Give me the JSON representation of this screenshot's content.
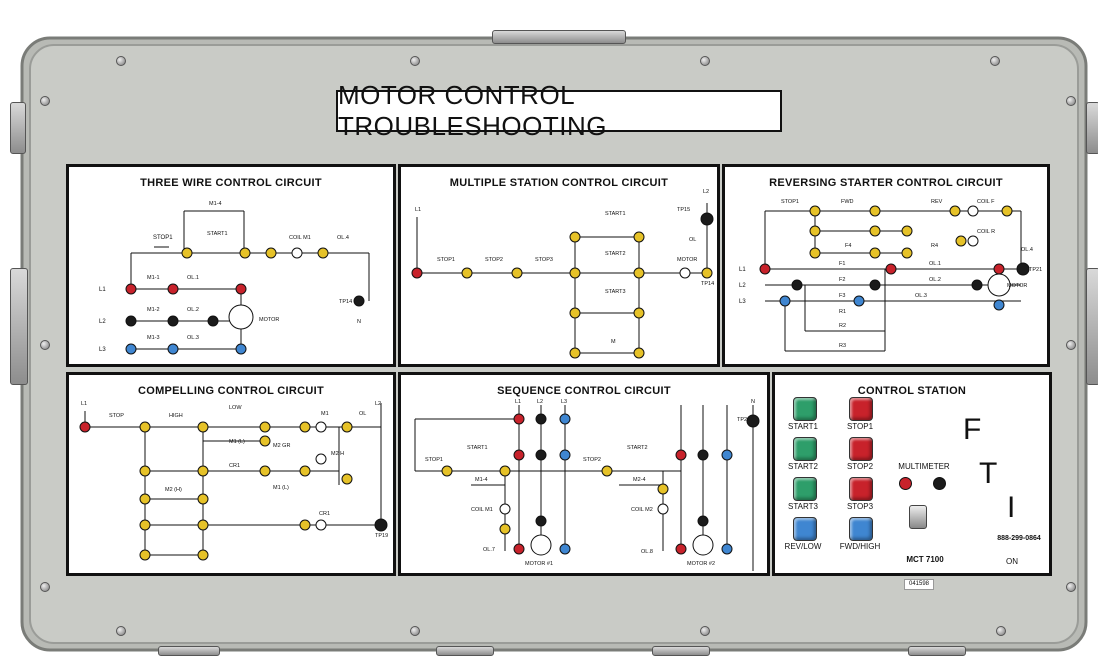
{
  "board": {
    "title": "MOTOR CONTROL TROUBLESHOOTING",
    "serial_sticker": "041598",
    "colors": {
      "panel_bg": "#c9cbc6",
      "red": "#c8222b",
      "yellow": "#e6c228",
      "blue": "#3f86d1",
      "black": "#1b1b1b",
      "green": "#2e9e6a"
    }
  },
  "panels": {
    "three_wire": {
      "title": "THREE WIRE CONTROL CIRCUIT",
      "labels": {
        "stop": "STOP1",
        "start": "START1",
        "m14": "M1-4",
        "coil": "COIL M1",
        "ol4": "OL.4",
        "l1": "L1",
        "l2": "L2",
        "l3": "L3",
        "m11": "M1-1",
        "m12": "M1-2",
        "m13": "M1-3",
        "ol1": "OL.1",
        "ol2": "OL.2",
        "ol3": "OL.3",
        "motor": "MOTOR",
        "tp14": "TP14",
        "n": "N"
      }
    },
    "multiple_station": {
      "title": "MULTIPLE STATION CONTROL CIRCUIT",
      "labels": {
        "l1": "L1",
        "l2": "L2",
        "stop1": "STOP1",
        "stop2": "STOP2",
        "stop3": "STOP3",
        "start1": "START1",
        "start2": "START2",
        "start3": "START3",
        "motor": "MOTOR",
        "m": "M",
        "ol": "OL",
        "tp15": "TP15",
        "tp14": "TP14"
      }
    },
    "reversing": {
      "title": "REVERSING STARTER CONTROL CIRCUIT",
      "labels": {
        "stop1": "STOP1",
        "fwd": "FWD",
        "rev": "REV",
        "coilf": "COIL F",
        "coilr": "COIL R",
        "f4": "F4",
        "r4": "R4",
        "ol4": "OL.4",
        "l1": "L1",
        "l2": "L2",
        "l3": "L3",
        "f1": "F1",
        "f2": "F2",
        "f3": "F3",
        "r1": "R1",
        "r2": "R2",
        "r3": "R3",
        "ol1": "OL.1",
        "ol2": "OL.2",
        "ol3": "OL.3",
        "motor": "MOTOR",
        "tp21": "TP21"
      }
    },
    "compelling": {
      "title": "COMPELLING CONTROL CIRCUIT",
      "labels": {
        "l1": "L1",
        "l2": "L2",
        "stop": "STOP",
        "high": "HIGH",
        "low": "LOW",
        "m1l": "M1 (L)",
        "m2gr": "M2 GR",
        "cr1": "CR1",
        "m2h": "M2 H",
        "m1lb": "M1 (L)",
        "m1": "M1",
        "ol": "OL",
        "m2h2": "M2 (H)",
        "cr1b": "CR1",
        "tp19": "TP19"
      }
    },
    "sequence": {
      "title": "SEQUENCE CONTROL CIRCUIT",
      "labels": {
        "l1": "L1",
        "l2": "L2",
        "l3": "L3",
        "stop1": "STOP1",
        "start1": "START1",
        "stop2": "STOP2",
        "start2": "START2",
        "m14": "M1-4",
        "m24": "M2-4",
        "coil1": "COIL M1",
        "coil2": "COIL M2",
        "ol7": "OL.7",
        "ol8": "OL.8",
        "motor1": "MOTOR #1",
        "motor2": "MOTOR #2",
        "n": "N",
        "tp21": "TP21"
      }
    },
    "control_station": {
      "title": "CONTROL STATION",
      "buttons": [
        {
          "label": "START1",
          "color": "#2e9e6a"
        },
        {
          "label": "STOP1",
          "color": "#c8222b"
        },
        {
          "label": "START2",
          "color": "#2e9e6a"
        },
        {
          "label": "STOP2",
          "color": "#c8222b"
        },
        {
          "label": "START3",
          "color": "#2e9e6a"
        },
        {
          "label": "STOP3",
          "color": "#c8222b"
        },
        {
          "label": "REV/LOW",
          "color": "#3f86d1"
        },
        {
          "label": "FWD/HIGH",
          "color": "#3f86d1"
        }
      ],
      "multimeter_label": "MULTIMETER",
      "model": "MCT 7100",
      "phone": "888-299-0864",
      "on_label": "ON",
      "logo_letters": [
        "F",
        "T",
        "I"
      ]
    }
  }
}
